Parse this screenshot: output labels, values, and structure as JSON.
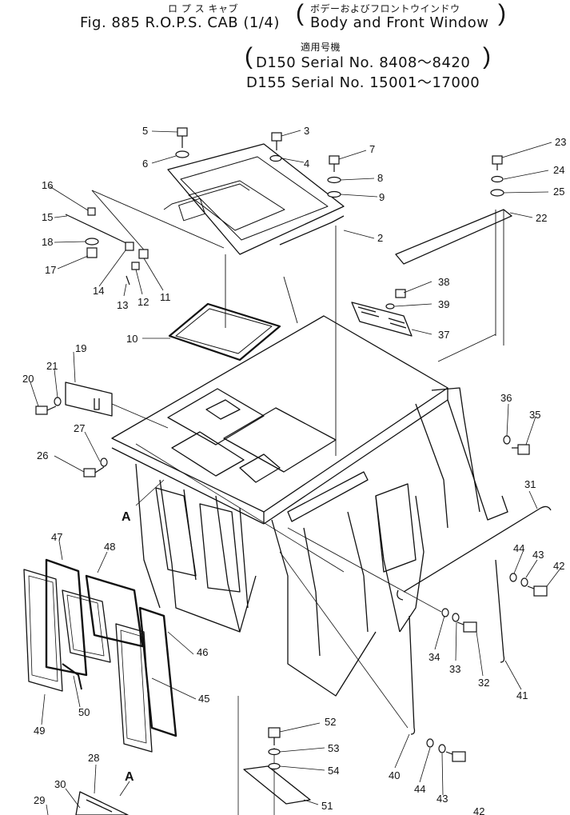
{
  "header": {
    "kana_title": "ロ プ ス キャブ",
    "fig_line": "Fig. 885 R.O.P.S. CAB (1/4)",
    "jp_subtitle": "ボデーおよびフロントウインドウ",
    "en_subtitle": "Body and Front Window",
    "applicable_label": "適用号機",
    "serial_lines": [
      "D150 Serial No. 8408～8420",
      "D155 Serial No. 15001～17000"
    ]
  },
  "parts": [
    {
      "no": "2"
    },
    {
      "no": "3"
    },
    {
      "no": "4"
    },
    {
      "no": "5"
    },
    {
      "no": "6"
    },
    {
      "no": "7"
    },
    {
      "no": "8"
    },
    {
      "no": "9"
    },
    {
      "no": "10"
    },
    {
      "no": "11"
    },
    {
      "no": "12"
    },
    {
      "no": "13"
    },
    {
      "no": "14"
    },
    {
      "no": "15"
    },
    {
      "no": "16"
    },
    {
      "no": "17"
    },
    {
      "no": "18"
    },
    {
      "no": "19"
    },
    {
      "no": "20"
    },
    {
      "no": "21"
    },
    {
      "no": "22"
    },
    {
      "no": "23"
    },
    {
      "no": "24"
    },
    {
      "no": "25"
    },
    {
      "no": "26"
    },
    {
      "no": "27"
    },
    {
      "no": "28"
    },
    {
      "no": "29"
    },
    {
      "no": "30"
    },
    {
      "no": "31"
    },
    {
      "no": "32"
    },
    {
      "no": "33"
    },
    {
      "no": "34"
    },
    {
      "no": "35"
    },
    {
      "no": "36"
    },
    {
      "no": "37"
    },
    {
      "no": "38"
    },
    {
      "no": "39"
    },
    {
      "no": "40"
    },
    {
      "no": "41"
    },
    {
      "no": "42"
    },
    {
      "no": "43"
    },
    {
      "no": "44"
    },
    {
      "no": "45"
    },
    {
      "no": "46"
    },
    {
      "no": "47"
    },
    {
      "no": "48"
    },
    {
      "no": "49"
    },
    {
      "no": "50"
    },
    {
      "no": "51"
    },
    {
      "no": "52"
    },
    {
      "no": "53"
    },
    {
      "no": "54"
    },
    {
      "no": "43"
    },
    {
      "no": "44"
    },
    {
      "no": "42"
    }
  ],
  "view_markers": [
    "A",
    "A"
  ]
}
